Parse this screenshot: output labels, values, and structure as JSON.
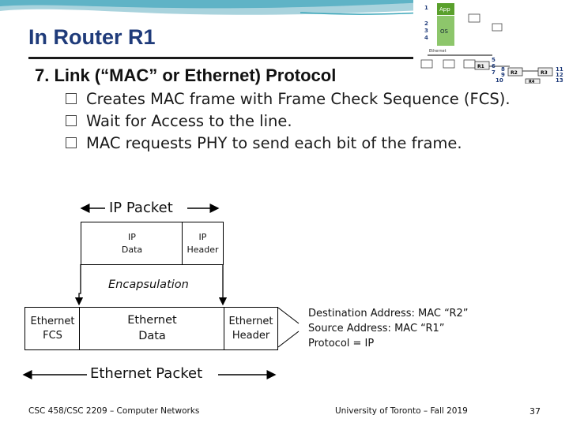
{
  "slide": {
    "title": "In Router R1",
    "subtitle": "7. Link (“MAC” or Ethernet) Protocol",
    "bullets": [
      "Creates MAC frame with Frame Check Sequence (FCS).",
      "Wait for Access to the line.",
      "MAC requests PHY to send each bit of the frame."
    ]
  },
  "diagram": {
    "ip_packet_label": "IP Packet",
    "ip_data_label": [
      "IP",
      "Data"
    ],
    "ip_header_label": [
      "IP",
      "Header"
    ],
    "encapsulation_label": "Encapsulation",
    "eth_fcs_label": [
      "Ethernet",
      "FCS"
    ],
    "eth_data_label": [
      "Ethernet",
      "Data"
    ],
    "eth_header_label": [
      "Ethernet",
      "Header"
    ],
    "eth_packet_label": "Ethernet Packet",
    "header_details": [
      "Destination Address: MAC “R2”",
      "Source Address: MAC “R1”",
      "Protocol = IP"
    ]
  },
  "thumbnail": {
    "layers": [
      "1",
      "2",
      "3",
      "4"
    ],
    "app_label": "App",
    "os_label": "OS",
    "bus_label": "Ethernet",
    "router_labels": [
      "R1",
      "R2",
      "R3",
      "R4"
    ],
    "numbers_r1": [
      "5",
      "6",
      "7"
    ],
    "numbers_r2": [
      "8",
      "9",
      "10"
    ],
    "numbers_r3": [
      "11",
      "12",
      "13"
    ]
  },
  "footer": {
    "left": "CSC 458/CSC 2209 – Computer Networks",
    "center": "University of Toronto – Fall 2019",
    "page": "37"
  },
  "colors": {
    "title": "#1f3b7a",
    "accent_teal": "#3aa6b9",
    "app_green": "#5aa02c"
  }
}
